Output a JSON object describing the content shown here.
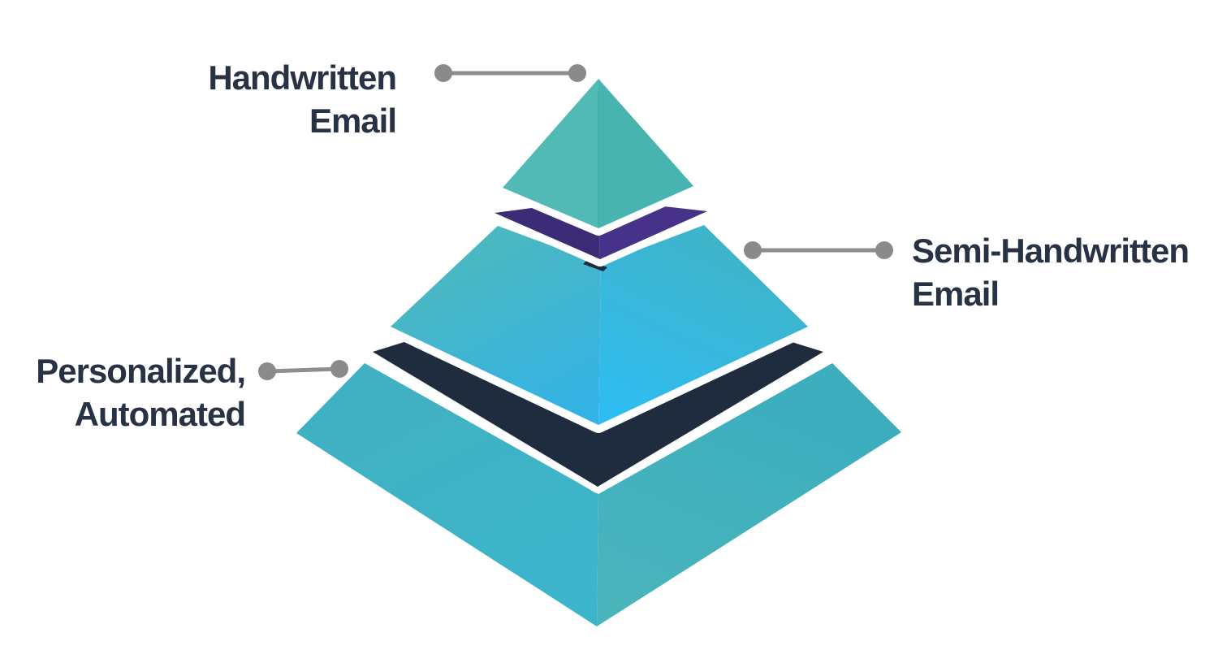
{
  "diagram": {
    "type": "layered-pyramid-infographic",
    "description": "3D exploded pyramid with three labeled tiers and two thin divider slabs",
    "background": "#ffffff"
  },
  "labels": {
    "handwritten": {
      "line1": "Handwritten",
      "line2": "Email"
    },
    "semi": {
      "line1": "Semi-Handwritten",
      "line2": "Email"
    },
    "personalized": {
      "line1": "Personalized,",
      "line2": "Automated"
    }
  },
  "pyramid": {
    "layers": [
      {
        "order": 1,
        "name": "Handwritten Email",
        "kind": "tier-top"
      },
      {
        "order": 2,
        "name": "purple divider slab",
        "kind": "divider"
      },
      {
        "order": 3,
        "name": "Semi-Handwritten Email",
        "kind": "tier-middle"
      },
      {
        "order": 4,
        "name": "navy divider slab",
        "kind": "divider"
      },
      {
        "order": 5,
        "name": "Personalized, Automated",
        "kind": "tier-bottom"
      }
    ]
  },
  "colors": {
    "background": "#ffffff",
    "text": "#283245",
    "leader_line": "#8e8e90",
    "leader_dot": "#8a8a8c",
    "gap": "#ffffff",
    "apex_left": "#52bab4",
    "apex_right": "#47b4af",
    "apex_ridge": "#3da5a4",
    "purple_left": "#3c2b76",
    "purple_right": "#463288",
    "mid_left_top": "#4ab8c1",
    "mid_left_bottom": "#33b2e6",
    "mid_right_top": "#3eb4cb",
    "mid_right_bottom": "#2ebdf2",
    "navy": "#1f2c3d",
    "bottom_left_top": "#40b1c2",
    "bottom_left_bottom": "#3bb5cc",
    "bottom_right_top": "#3caebe",
    "bottom_right_bottom": "#4ab4bb"
  }
}
